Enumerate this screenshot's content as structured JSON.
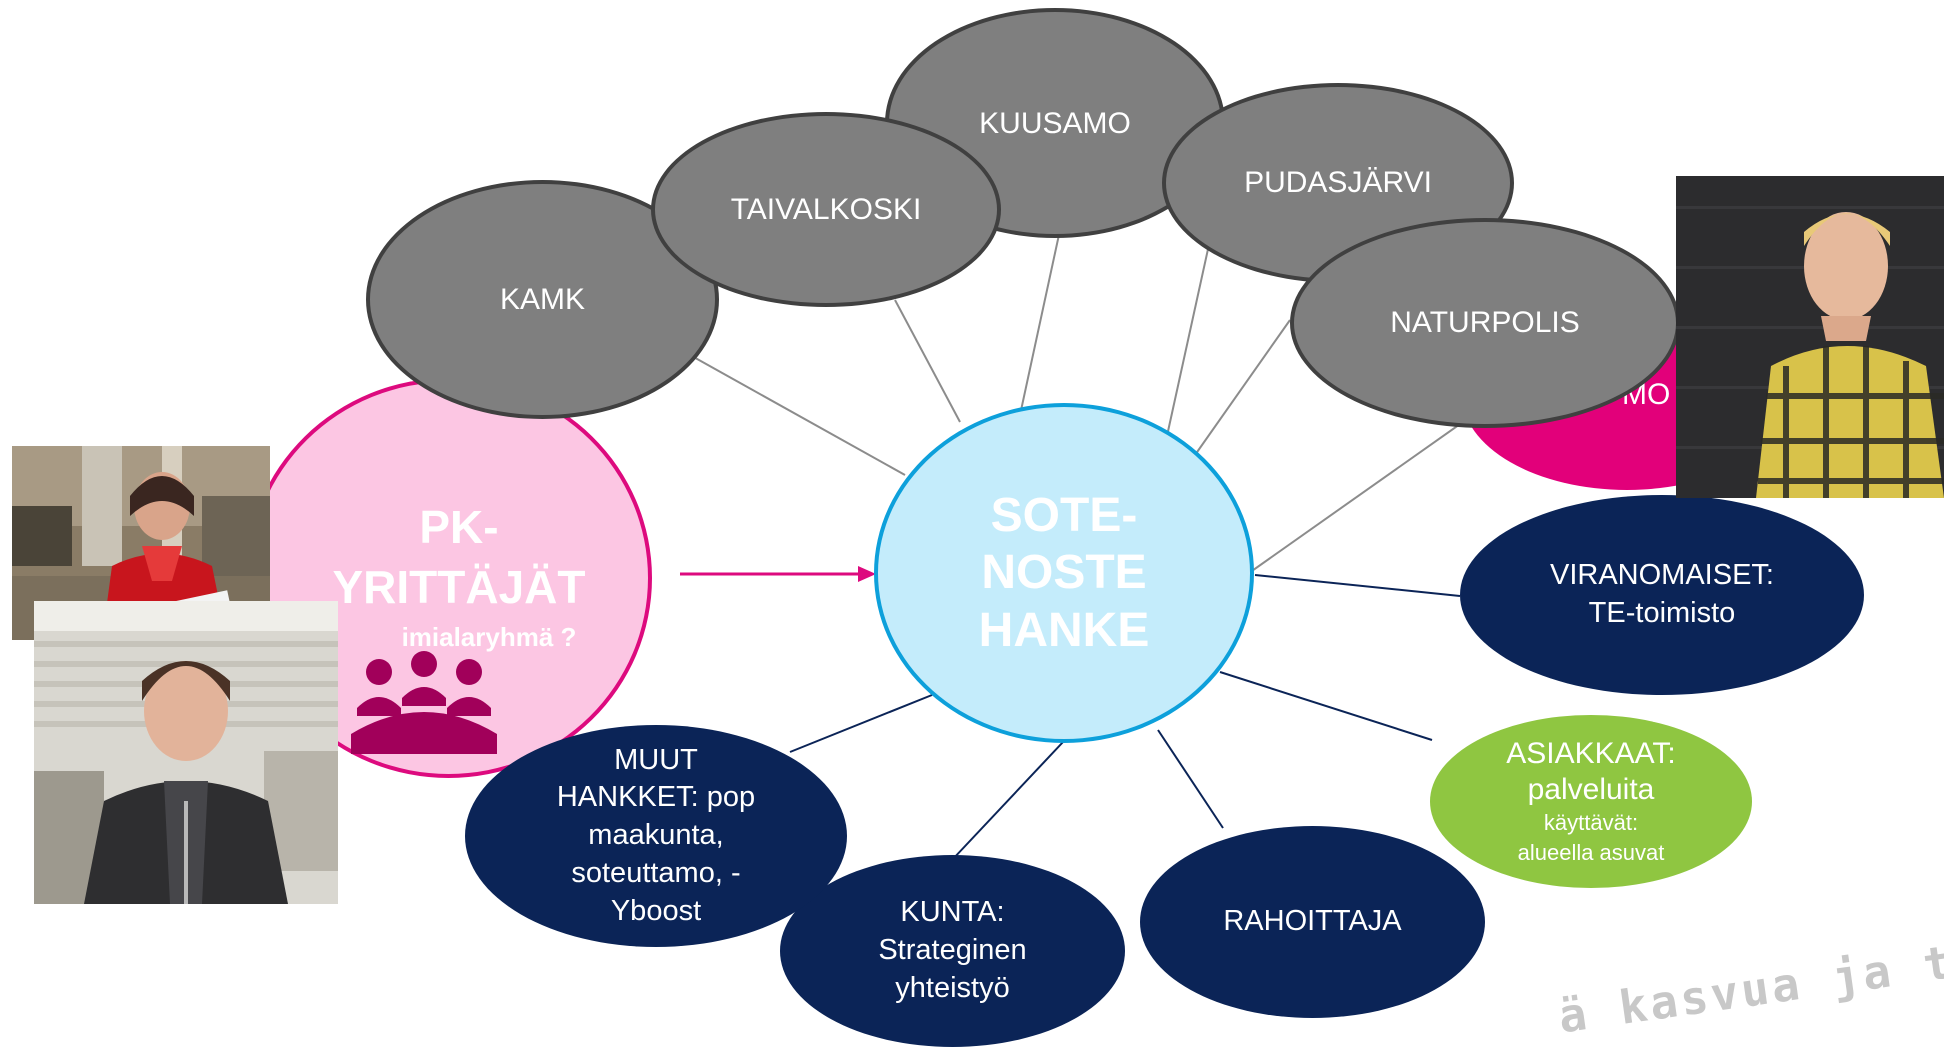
{
  "center": {
    "lines": [
      "SOTE-",
      "NOSTE",
      "HANKE"
    ]
  },
  "top_nodes": {
    "kamk": "KAMK",
    "taivalkoski": "TAIVALKOSKI",
    "kuusamo": "KUUSAMO",
    "pudasjarvi": "PUDASJÄRVI",
    "naturpolis": "NATURPOLIS"
  },
  "hidden_node_fragment": "MO",
  "pk": {
    "line1": "PK-",
    "line2": "YRITTÄJÄT",
    "sub": "imialaryhmä ?"
  },
  "viranomaiset": {
    "line1": "VIRANOMAISET:",
    "line2": "TE-toimisto"
  },
  "asiakkaat": {
    "line1": "ASIAKKAAT:",
    "line2": "palveluita",
    "line3": "käyttävät:",
    "line4": "alueella asuvat"
  },
  "rahoittaja": "RAHOITTAJA",
  "kunta": {
    "line1": "KUNTA:",
    "line2": "Strateginen",
    "line3": "yhteistyö"
  },
  "muut": {
    "line1": "MUUT",
    "line2": "HANKKET: pop",
    "line3": "maakunta,",
    "line4": "soteuttamo, -",
    "line5": "Yboost"
  },
  "watermark": "ä kasvua ja työ",
  "colors": {
    "grey_fill": "#7f7f7f",
    "navy": "#0b2457",
    "center_fill": "#c4ecfb",
    "center_border": "#0da0db",
    "pink_fill": "#fcc6e3",
    "magenta": "#e2007a",
    "green": "#8fc641",
    "people_icon": "#a1005a"
  },
  "icons": {
    "people": "people-group-icon",
    "arrow": "arrow-right-icon"
  }
}
